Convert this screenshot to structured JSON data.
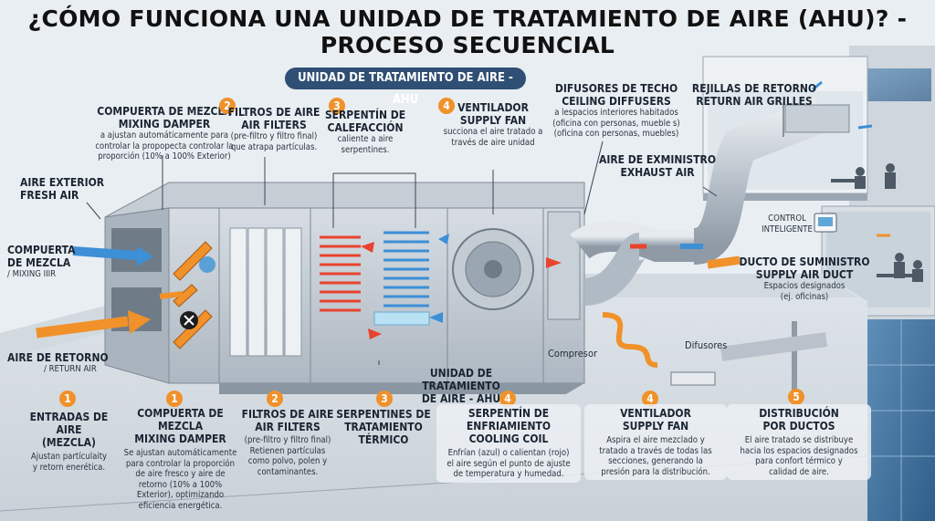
{
  "title": "¿CÓMO FUNCIONA UNA UNIDAD DE TRATAMIENTO DE AIRE (AHU)? - PROCESO SECUENCIAL",
  "banner": "UNIDAD DE TRATAMIENTO DE AIRE - AHU",
  "top": {
    "mixing_damper": {
      "title1": "COMPUERTA DE MEZCLA",
      "title2": "MIXING DAMPER",
      "desc": [
        "a ajustan automáticamente para",
        "controlar la propopecta controlar la",
        "proporción (10% a 100% Exterior)"
      ]
    },
    "filters": {
      "num": "2",
      "title1": "FILTROS DE AIRE",
      "title2": "AIR FILTERS",
      "desc": [
        "(pre-filtro y filtro final)",
        "que atrapa partículas."
      ]
    },
    "heating": {
      "num": "3",
      "title1": "SERPENTÍN DE",
      "title2": "CALEFACCIÓN",
      "desc": [
        "caliente a aire",
        "serpentines."
      ]
    },
    "fan": {
      "num": "4",
      "title1": "VENTILADOR",
      "title2": "SUPPLY FAN",
      "desc": [
        "succiona el aire tratado a",
        "través de aire unidad"
      ]
    },
    "diffusers": {
      "title1": "DIFUSORES DE TECHO",
      "title2": "CEILING DIFFUSERS",
      "desc": [
        "a lespacios interiores habitados",
        "(oficina con personas, mueble s)",
        "(oficina con personas, muebles)"
      ]
    },
    "return_grilles": {
      "title1": "REJILLAS DE RETORNO",
      "title2": "RETURN AIR GRILLES"
    }
  },
  "side": {
    "fresh_air": {
      "title1": "AIRE EXTERIOR",
      "title2": "FRESH AIR"
    },
    "mix_left": {
      "title1": "COMPUERTA",
      "title2": "DE MEZCLA",
      "title3": "/ MIXING IIIR"
    },
    "return_air": {
      "title1": "AIRE DE RETORNO",
      "title2": "/ RETURN AIR"
    },
    "exhaust": {
      "title1": "AIRE DE EXMINISTRO",
      "title2": "EXHAUST AIR"
    },
    "control": {
      "title1": "CONTROL",
      "title2": "INTELIGENTE"
    },
    "supply_duct": {
      "title1": "DUCTO DE SUMINISTRO",
      "title2": "SUPPLY AIR DUCT",
      "desc": [
        "Espacios designados",
        "(ej. oficinas)"
      ]
    },
    "compresor": "Compresor",
    "difusores": "Difusores",
    "ahu_label": {
      "title1": "UNIDAD DE TRATAMIENTO",
      "title2": "DE AIRE - AHU"
    }
  },
  "bottom": [
    {
      "num": "1",
      "title": [
        "ENTRADAS DE AIRE",
        "(MEZCLA)"
      ],
      "desc": [
        "Ajustan partículaity",
        "y retorn enerética."
      ]
    },
    {
      "num": "1",
      "title": [
        "COMPUERTA DE MEZCLA",
        "MIXING DAMPER"
      ],
      "desc": [
        "Se ajustan automáticamente",
        "para controlar la proporción",
        "de aire fresco y aire de",
        "retorno (10% a 100%",
        "Exterior), optimizando",
        "eficiencia energética."
      ]
    },
    {
      "num": "2",
      "title": [
        "FILTROS DE AIRE",
        "AIR FILTERS"
      ],
      "desc": [
        "(pre-filtro y filtro final)",
        "Retienen partículas",
        "como polvo, polen y",
        "contaminantes."
      ]
    },
    {
      "num": "3",
      "title": [
        "SERPENTINES DE",
        "TRATAMIENTO",
        "TÉRMICO"
      ],
      "desc": []
    },
    {
      "num": "4",
      "title": [
        "SERPENTÍN DE ENFRIAMIENTO",
        "COOLING COIL"
      ],
      "desc": [
        "Enfrían (azul) o calientan (rojo)",
        "el aire según el punto de ajuste",
        "de temperatura y humedad."
      ]
    },
    {
      "num": "4",
      "title": [
        "VENTILADOR",
        "SUPPLY FAN"
      ],
      "desc": [
        "Aspira el aire mezclado y",
        "tratado a través de todas las",
        "secciones, generando la",
        "presión para la distribución."
      ]
    },
    {
      "num": "5",
      "title": [
        "DISTRIBUCIÓN",
        "POR DUCTOS"
      ],
      "desc": [
        "El aire tratado se distribuye",
        "hacia los espacios designados",
        "para confort térmico y",
        "calidad de aire."
      ]
    }
  ],
  "colors": {
    "accent": "#f0912a",
    "banner": "#2f4f74",
    "hot": "#e8432e",
    "cold": "#3d8fd6"
  }
}
